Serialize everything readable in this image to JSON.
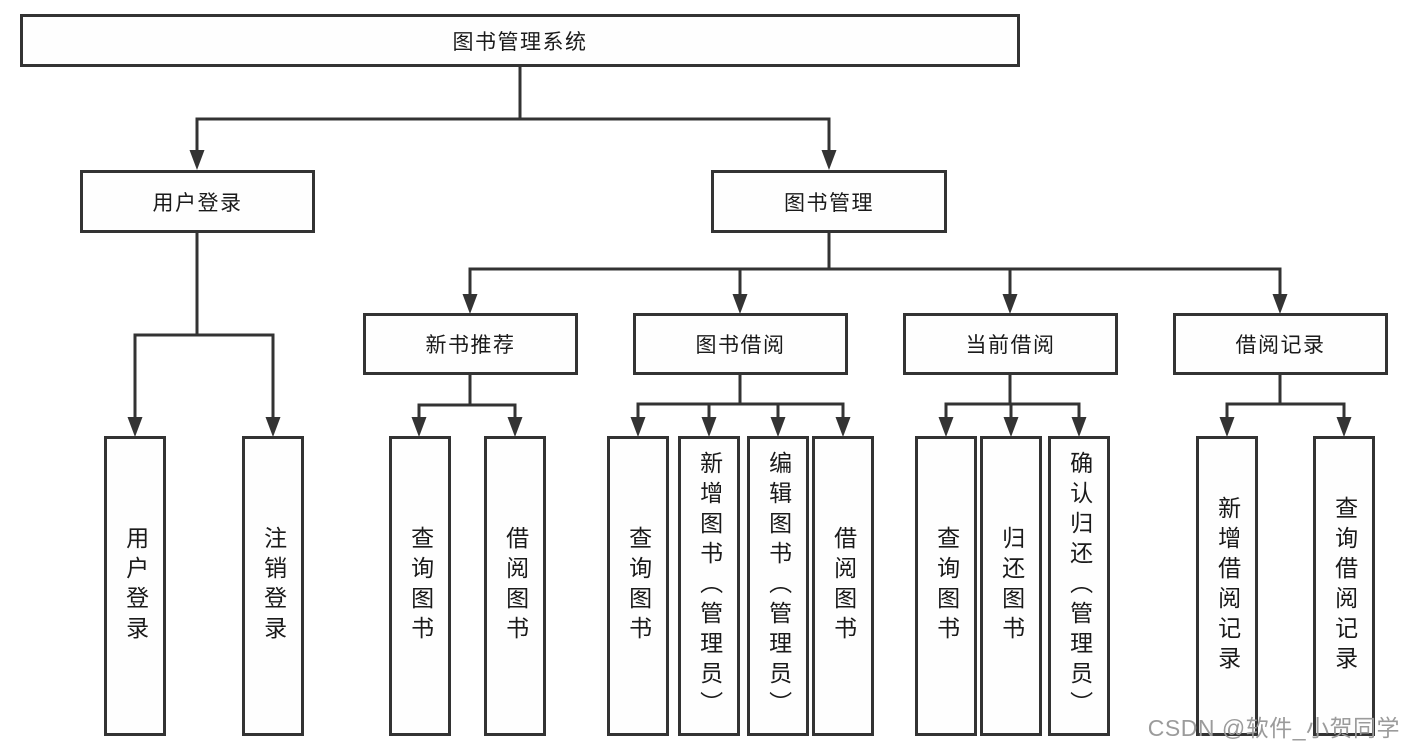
{
  "diagram": {
    "root": {
      "label": "图书管理系统",
      "children": [
        {
          "label": "用户登录",
          "children": [
            {
              "label": "用户登录"
            },
            {
              "label": "注销登录"
            }
          ]
        },
        {
          "label": "图书管理",
          "children": [
            {
              "label": "新书推荐",
              "children": [
                {
                  "label": "查询图书"
                },
                {
                  "label": "借阅图书"
                }
              ]
            },
            {
              "label": "图书借阅",
              "children": [
                {
                  "label": "查询图书"
                },
                {
                  "label": "新增图书（管理员）"
                },
                {
                  "label": "编辑图书（管理员）"
                },
                {
                  "label": "借阅图书"
                }
              ]
            },
            {
              "label": "当前借阅",
              "children": [
                {
                  "label": "查询图书"
                },
                {
                  "label": "归还图书"
                },
                {
                  "label": "确认归还（管理员）"
                }
              ]
            },
            {
              "label": "借阅记录",
              "children": [
                {
                  "label": "新增借阅记录"
                },
                {
                  "label": "查询借阅记录"
                }
              ]
            }
          ]
        }
      ]
    }
  },
  "watermark": {
    "text": "CSDN @软件_小贺同学"
  },
  "colors": {
    "line": "#333333",
    "box_border": "#333333",
    "box_fill": "#fefefe",
    "text": "#1a1a1a",
    "watermark": "#9b9b9b",
    "background": "#ffffff"
  }
}
